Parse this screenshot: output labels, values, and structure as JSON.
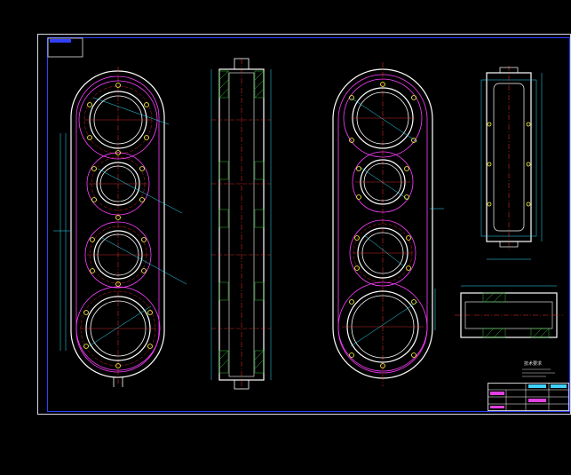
{
  "colors": {
    "background": "#000000",
    "sheet_border": "#d8d8e8",
    "frame": "#3040ff",
    "part_outline": "#ffffff",
    "flange_outline": "#ff40ff",
    "centerline": "#ff3030",
    "dimension": "#30e0ff",
    "hatch": "#30c030",
    "hole": "#ffff40"
  },
  "sheet": {
    "views": [
      "front-view",
      "side-section-view",
      "rear-view",
      "top-right-view",
      "bottom-right-section-view"
    ],
    "bores_per_view": 4
  },
  "notes": {
    "tech_requirements_title": "技术要求"
  },
  "title_block": {
    "cells": [
      "",
      "",
      "",
      "",
      "",
      "",
      "",
      ""
    ]
  }
}
